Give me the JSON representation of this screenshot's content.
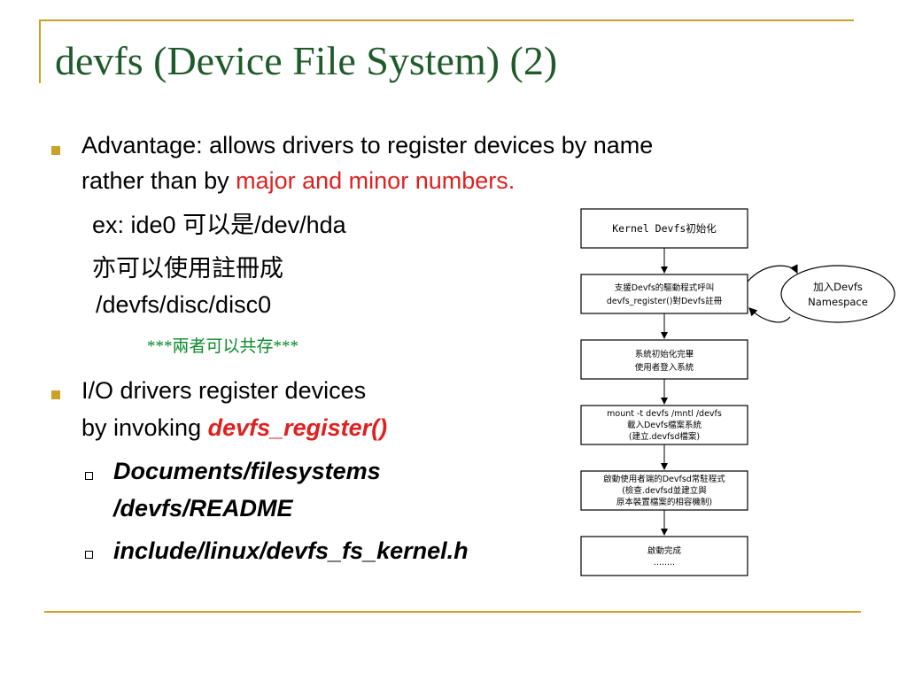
{
  "title": "devfs (Device File System) (2)",
  "colors": {
    "frame": "#c9a227",
    "title": "#1f5b2a",
    "accent": "#e02020",
    "note": "#0a8a2a"
  },
  "bullet1": {
    "line1": "Advantage: allows drivers to register devices by name",
    "line2_prefix": "rather than by ",
    "line2_highlight": "major and minor numbers.",
    "ex_line": "ex: ide0 可以是/dev/hda",
    "alt_line1": "亦可以使用註冊成",
    "alt_line2": "/devfs/disc/disc0",
    "note": "***兩者可以共存***"
  },
  "bullet2": {
    "line1": "I/O drivers register devices",
    "line2_prefix": "by invoking ",
    "line2_highlight": "devfs_register()",
    "sub1_line1": "Documents/filesystems",
    "sub1_line2": "/devfs/README",
    "sub2": "include/linux/devfs_fs_kernel.h"
  },
  "diagram": {
    "box1": "Kernel Devfs初始化",
    "box2_line1": "支援Devfs的驅動程式呼叫",
    "box2_line2": "devfs_register()對Devfs註冊",
    "ellipse_line1": "加入Devfs",
    "ellipse_line2": "Namespace",
    "box3_line1": "系統初始化完畢",
    "box3_line2": "使用者登入系統",
    "box4_line1": "mount -t devfs /mntl /devfs",
    "box4_line2": "載入Devfs檔案系統",
    "box4_line3": "(建立.devfsd檔案)",
    "box5_line1": "啟動使用者端的Devfsd常駐程式",
    "box5_line2": "(檢查.devfsd並建立與",
    "box5_line3": "原本裝置檔案的相容機制)",
    "box6_line1": "啟動完成",
    "box6_line2": "........"
  }
}
